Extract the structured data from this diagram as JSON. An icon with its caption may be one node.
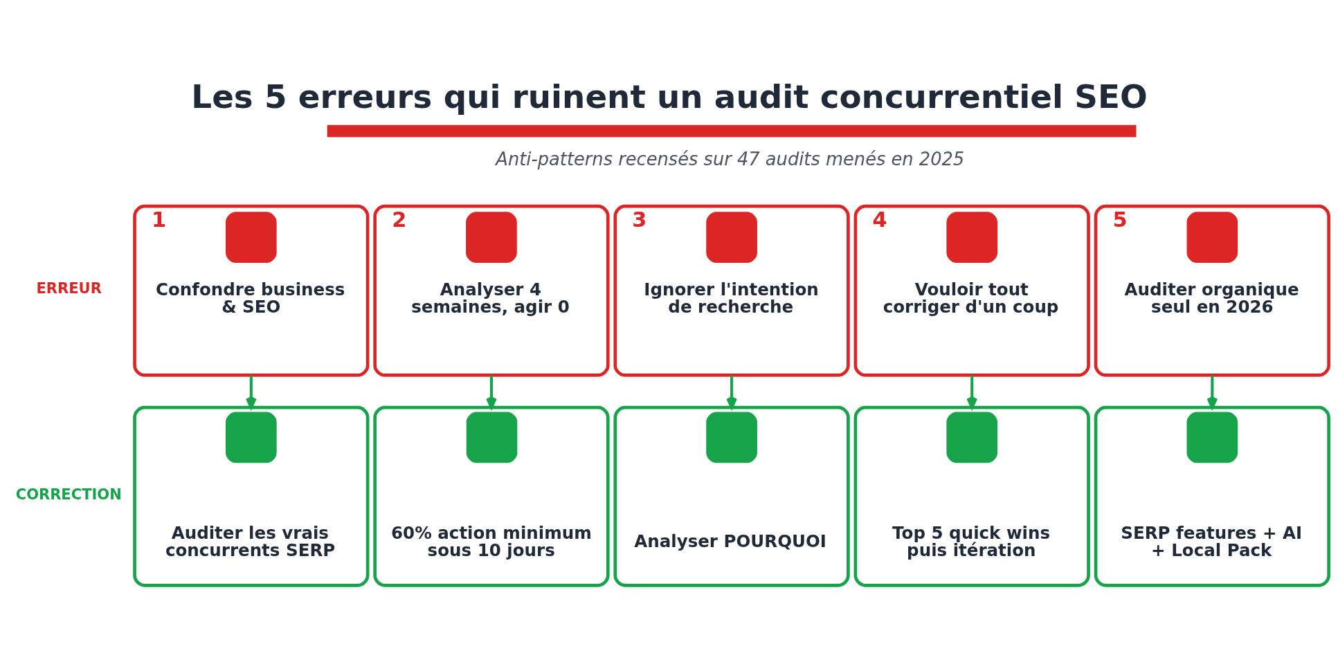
{
  "diagram": {
    "title": "Les 5 erreurs qui ruinent un audit concurrentiel SEO",
    "nodes": [
      {
        "text": [
          "1",
          "Confondre business & SEO"
        ]
      },
      {
        "text": [
          "2",
          "Analyser 4 semaines, agir 0"
        ]
      },
      {
        "text": [
          "3",
          "Ignorer l'intention de recherche"
        ]
      },
      {
        "text": [
          "4",
          "Vouloir tout corriger d'un coup"
        ]
      },
      {
        "text": [
          "5",
          "Auditer organique seul en 2026"
        ]
      },
      {
        "text": [
          "Auditer les vrais concurrents SERP"
        ]
      },
      {
        "text": [
          "60% action minimum sous 10 jours"
        ]
      },
      {
        "text": [
          "Analyser POURQUOI"
        ]
      },
      {
        "text": [
          "Top 5 quick wins puis itération"
        ]
      },
      {
        "text": [
          "SERP features + AI + Local Pack"
        ]
      }
    ],
    "edges": [
      {
        "from": 0,
        "to": 5,
        "arrow": "to"
      },
      {
        "from": 1,
        "to": 6,
        "arrow": "to"
      },
      {
        "from": 2,
        "to": 7,
        "arrow": "to"
      },
      {
        "from": 3,
        "to": 8,
        "arrow": "to"
      },
      {
        "from": 4,
        "to": 9,
        "arrow": "to"
      }
    ],
    "labels": [
      "Anti-patterns recensés sur 47 audits menés en 2025",
      "ERREUR",
      "CORRECTION"
    ]
  }
}
